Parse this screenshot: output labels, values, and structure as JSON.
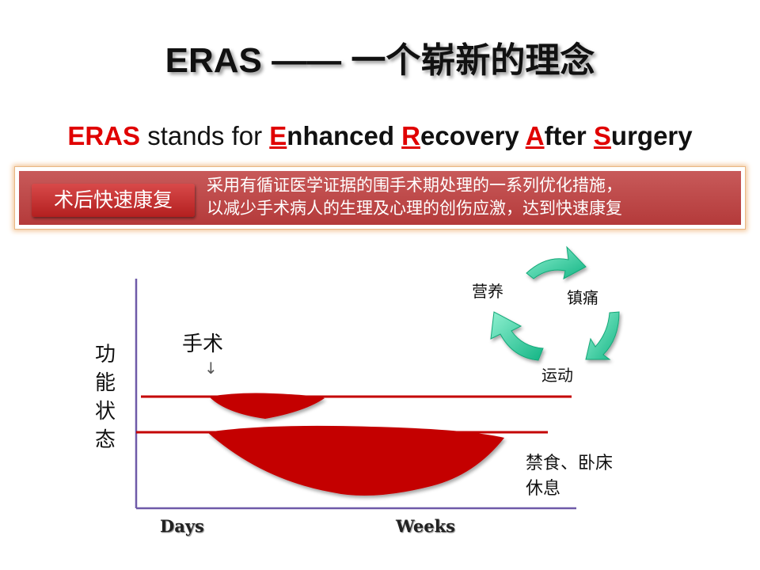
{
  "title": "ERAS —— 一个崭新的理念",
  "subtitle": {
    "prefix": "ERAS",
    "mid": " stands for ",
    "e_letter": "E",
    "e_rest": "nhanced ",
    "r_letter": "R",
    "r_rest": "ecovery ",
    "a_letter": "A",
    "a_rest": "fter ",
    "s_letter": "S",
    "s_rest": "urgery"
  },
  "banner": {
    "tag": "术后快速康复",
    "line1": "采用有循证医学证据的围手术期处理的一系列优化措施，",
    "line2": "以减少手术病人的生理及心理的创伤应激，达到快速康复"
  },
  "diagram": {
    "ylabel": "功能状态",
    "surgery_label": "手术",
    "surgery_arrow": "↓",
    "x_ticks": [
      "Days",
      "Weeks"
    ],
    "bottom_note_line1": "禁食、卧床",
    "bottom_note_line2": "休息",
    "cycle": [
      "营养",
      "镇痛",
      "运动"
    ]
  },
  "colors": {
    "accent_red": "#e00000",
    "curve_red": "#c40000",
    "cycle_green": "#1fbf8f",
    "axis_purple": "#6f5aa8"
  }
}
